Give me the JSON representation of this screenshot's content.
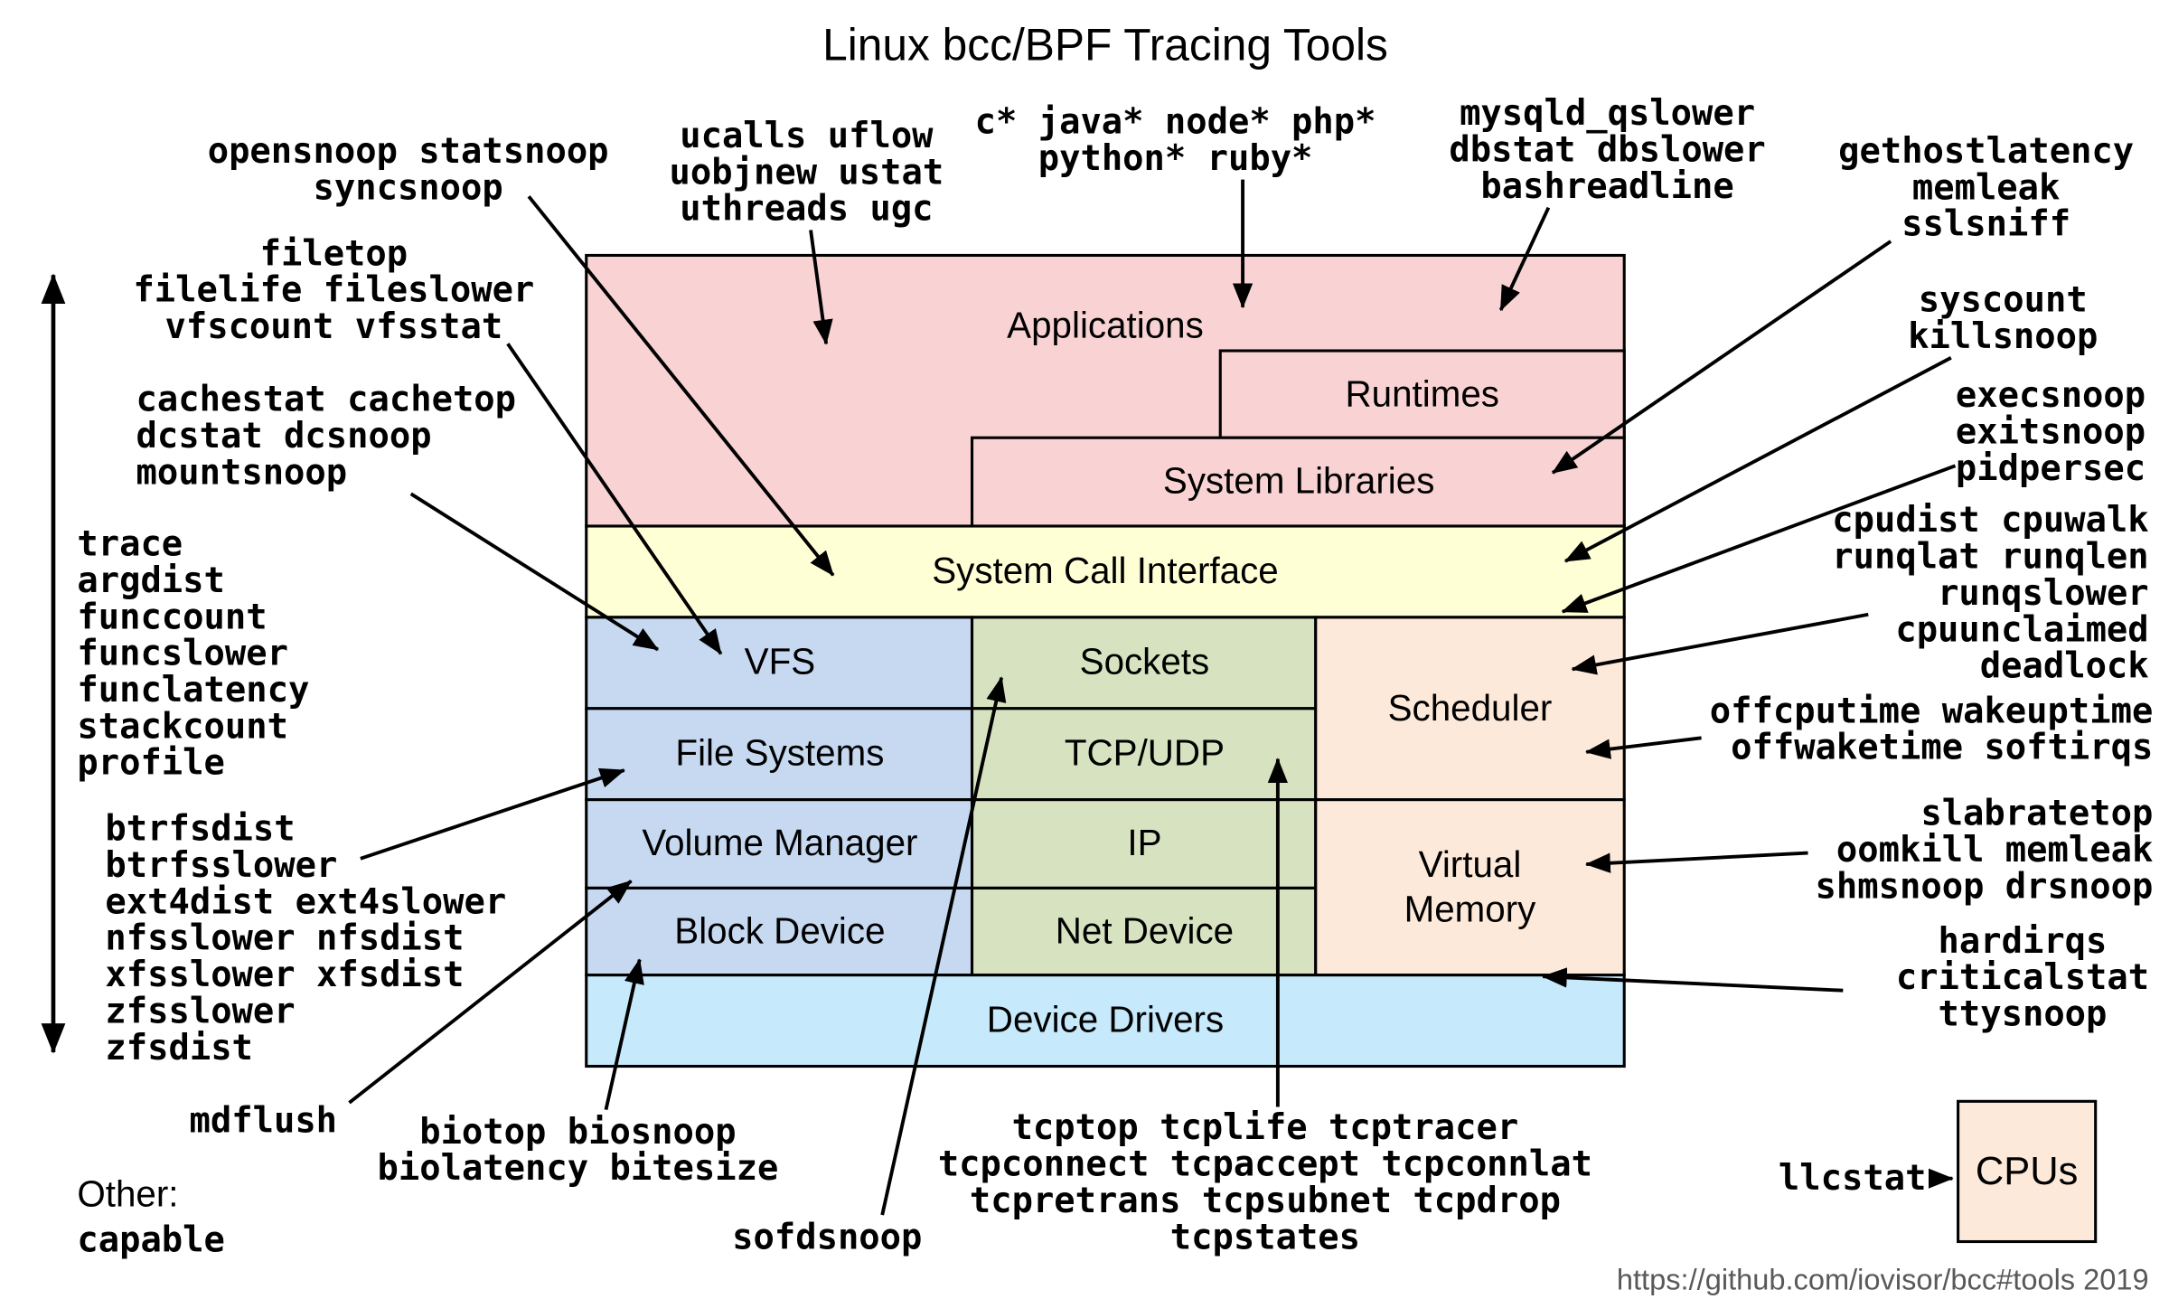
{
  "title": "Linux bcc/BPF Tracing Tools",
  "palette": {
    "pink": "#f9d3d3",
    "yellow": "#ffffd6",
    "blue": "#c6d9f1",
    "green": "#d7e3c0",
    "tan": "#fde9d9",
    "cyan": "#c6e9fb",
    "stroke": "#000000",
    "footer_gray": "#595959"
  },
  "boxes": {
    "applications": "Applications",
    "runtimes": "Runtimes",
    "system_libraries": "System Libraries",
    "system_call_interface": "System Call Interface",
    "vfs": "VFS",
    "file_systems": "File Systems",
    "volume_manager": "Volume Manager",
    "block_device": "Block Device",
    "sockets": "Sockets",
    "tcp_udp": "TCP/UDP",
    "ip": "IP",
    "net_device": "Net Device",
    "scheduler": "Scheduler",
    "virtual_memory": "Virtual Memory",
    "device_drivers": "Device Drivers",
    "cpus": "CPUs"
  },
  "tools": {
    "opensnoop": [
      "opensnoop statsnoop",
      "syncsnoop"
    ],
    "ucalls": [
      "ucalls uflow",
      "uobjnew ustat",
      "uthreads ugc"
    ],
    "langs": [
      "c* java* node* php*",
      "python* ruby*"
    ],
    "db": [
      "mysqld_qslower",
      "dbstat dbslower",
      "bashreadline"
    ],
    "gethost": [
      "gethostlatency",
      "memleak",
      "sslsniff"
    ],
    "filetop": [
      "filetop",
      "filelife fileslower",
      "vfscount vfsstat"
    ],
    "syscount": [
      "syscount",
      "killsnoop"
    ],
    "cachestat": [
      "cachestat cachetop",
      "dcstat dcsnoop",
      "mountsnoop"
    ],
    "exec": [
      "execsnoop",
      "exitsnoop",
      "pidpersec"
    ],
    "generic": [
      "trace",
      "argdist",
      "funccount",
      "funcslower",
      "funclatency",
      "stackcount",
      "profile"
    ],
    "cpu": [
      "cpudist cpuwalk",
      "runqlat runqlen",
      "runqslower",
      "cpuunclaimed",
      "deadlock"
    ],
    "offcpu": [
      "offcputime wakeuptime",
      "offwaketime softirqs"
    ],
    "slab": [
      "slabratetop",
      "oomkill memleak",
      "shmsnoop drsnoop"
    ],
    "hardirqs": [
      "hardirqs",
      "criticalstat",
      "ttysnoop"
    ],
    "btrfs": [
      "btrfsdist",
      "btrfsslower",
      "ext4dist ext4slower",
      "nfsslower nfsdist",
      "xfsslower xfsdist",
      "zfsslower",
      "zfsdist"
    ],
    "mdflush": [
      "mdflush"
    ],
    "biotop": [
      "biotop biosnoop",
      "biolatency bitesize"
    ],
    "tcp": [
      "tcptop tcplife tcptracer",
      "tcpconnect tcpaccept tcpconnlat",
      "tcpretrans tcpsubnet tcpdrop",
      "tcpstates"
    ],
    "sofdsnoop": [
      "sofdsnoop"
    ],
    "llcstat": [
      "llcstat"
    ],
    "capable": [
      "capable"
    ]
  },
  "other_label": "Other:",
  "footer": "https://github.com/iovisor/bcc#tools 2019"
}
